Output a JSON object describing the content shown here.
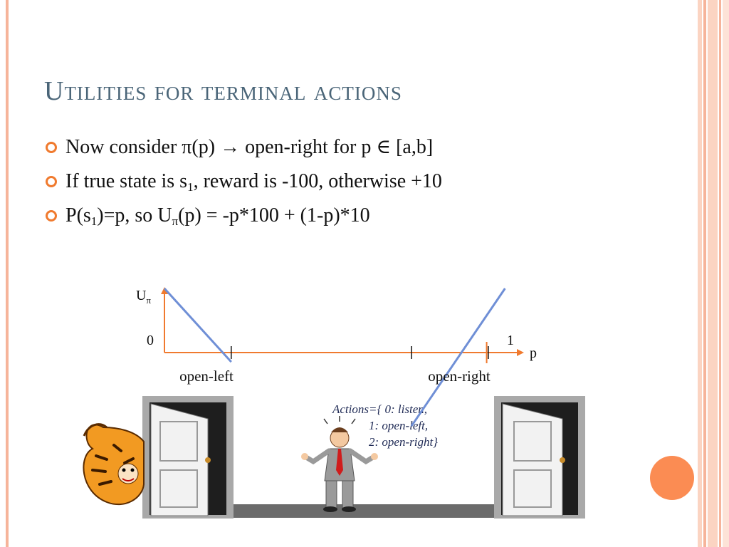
{
  "slide": {
    "title": "Utilities for terminal actions",
    "bullets": [
      {
        "parts": [
          "Now consider π(p) → open-right for p ∈ [a,b]"
        ]
      },
      {
        "parts": [
          "If true state is s",
          "1",
          ", reward is -100, otherwise +10"
        ]
      },
      {
        "parts": [
          "P(s",
          "1",
          ")=p, so U",
          "π",
          "(p) = -p*100 + (1-p)*10"
        ]
      }
    ]
  },
  "chart_data": {
    "type": "line",
    "ylabel_main": "U",
    "ylabel_sub": "π",
    "xlabel": "p",
    "x_tick_labels": {
      "start": "0",
      "end": "1"
    },
    "region_labels": [
      "open-left",
      "open-right"
    ],
    "xlim": [
      0,
      1
    ],
    "ylim": [
      -1,
      0.55
    ],
    "series": [
      {
        "x": [
          0,
          0.2
        ],
        "y": [
          0.55,
          -0.08
        ]
      },
      {
        "x": [
          0.74,
          1.02
        ],
        "y": [
          -0.63,
          0.55
        ]
      }
    ],
    "tick_marks_x": [
      0.2,
      0.74,
      0.97
    ],
    "colors": {
      "axis": "#f07a2e",
      "line": "#6f8fd6"
    }
  },
  "scene": {
    "actions_lines": [
      "Actions={ 0: listen,",
      "            1: open-left,",
      "            2: open-right}"
    ]
  },
  "colors": {
    "title": "#4a6578",
    "accent": "#f07a2e",
    "stripe": "#f6b49a",
    "dot": "#fb8c53"
  }
}
